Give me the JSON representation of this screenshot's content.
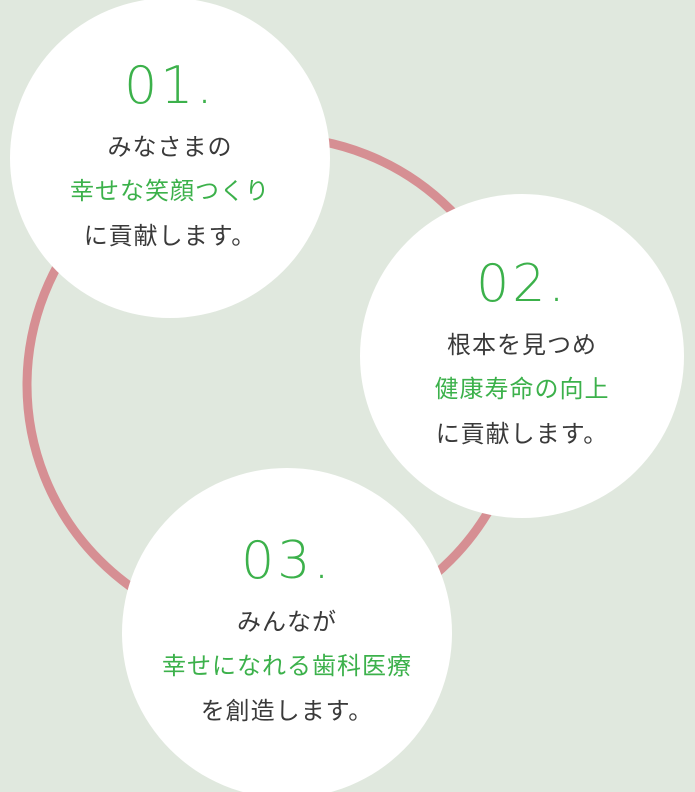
{
  "colors": {
    "bg": "#e0e8de",
    "circle": "#ffffff",
    "green": "#3cb14b",
    "dark": "#3a3a3a",
    "pink": "#d68f93"
  },
  "circles": [
    {
      "number": "01.",
      "lines": [
        {
          "text": "みなさまの",
          "color": "dark"
        },
        {
          "text": "幸せな笑顔つくり",
          "color": "green"
        },
        {
          "text": "に貢献します。",
          "color": "dark"
        }
      ]
    },
    {
      "number": "02.",
      "lines": [
        {
          "text": "根本を見つめ",
          "color": "dark"
        },
        {
          "text": "健康寿命の向上",
          "color": "green"
        },
        {
          "text": "に貢献します。",
          "color": "dark"
        }
      ]
    },
    {
      "number": "03.",
      "lines": [
        {
          "text": "みんなが",
          "color": "dark"
        },
        {
          "text": "幸せになれる歯科医療",
          "color": "green"
        },
        {
          "text": "を創造します。",
          "color": "dark"
        }
      ]
    }
  ]
}
